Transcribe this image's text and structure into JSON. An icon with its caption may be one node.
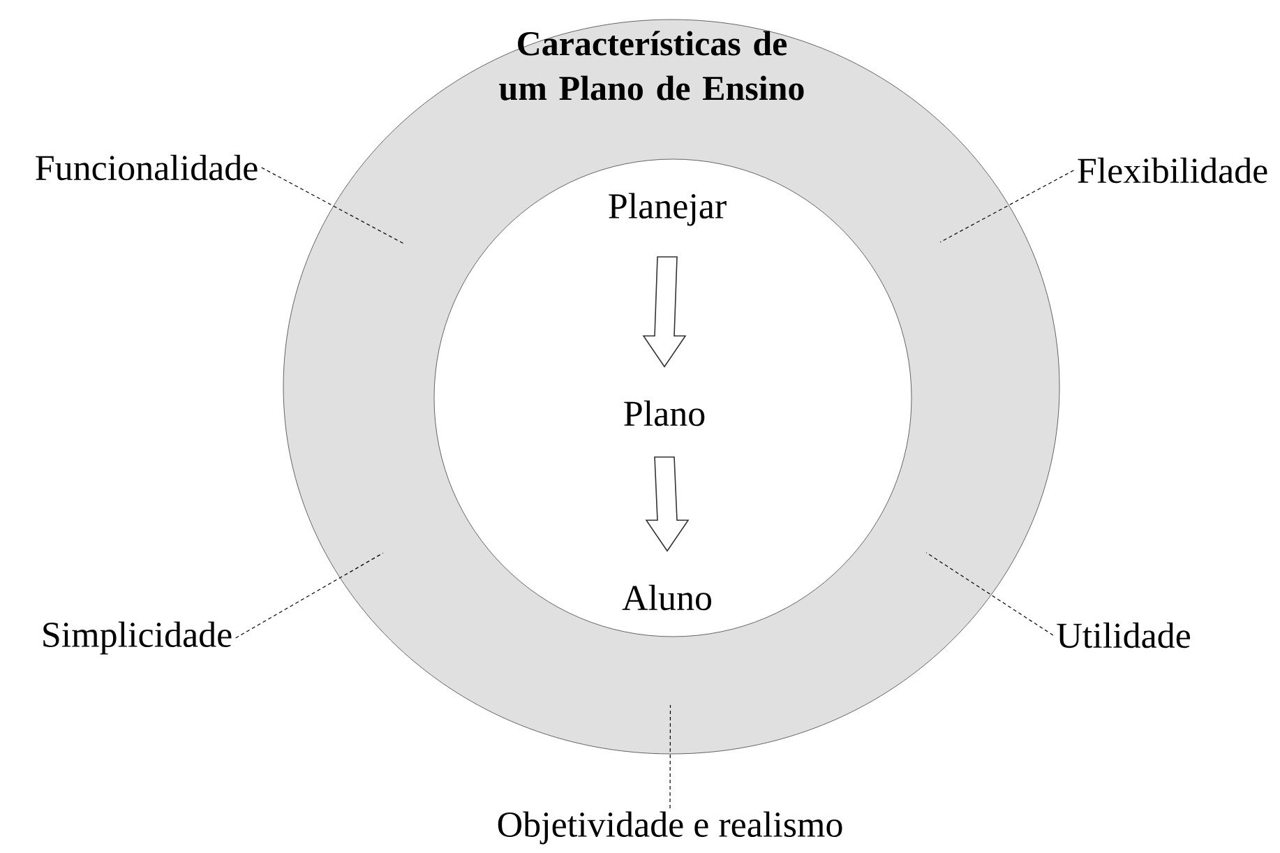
{
  "diagram": {
    "nodes": [
      {
        "text": [
          "Características de um Plano de Ensino"
        ]
      },
      {
        "text": [],
        "shape": "circle",
        "in": 0
      },
      {
        "text": [
          "Planejar"
        ],
        "in": 1
      },
      {
        "text": [
          "Plano"
        ],
        "in": 1
      },
      {
        "text": [
          "Aluno"
        ],
        "in": 1
      },
      {
        "text": [
          "Funcionalidade"
        ]
      },
      {
        "text": [
          "Flexibilidade"
        ]
      },
      {
        "text": [
          "Simplicidade"
        ]
      },
      {
        "text": [
          "Utilidade"
        ]
      },
      {
        "text": [
          "Objetividade e realismo"
        ]
      }
    ],
    "edges": [
      {
        "from": 2,
        "to": 3,
        "arrow": "to"
      },
      {
        "from": 3,
        "to": 4,
        "arrow": "to"
      },
      {
        "from": 5,
        "to": 0,
        "arrow": "none",
        "style": "dashed"
      },
      {
        "from": 6,
        "to": 0,
        "arrow": "none",
        "style": "dashed"
      },
      {
        "from": 7,
        "to": 0,
        "arrow": "none",
        "style": "dashed"
      },
      {
        "from": 8,
        "to": 0,
        "arrow": "none",
        "style": "dashed"
      },
      {
        "from": 9,
        "to": 0,
        "arrow": "none",
        "style": "dashed"
      }
    ]
  }
}
